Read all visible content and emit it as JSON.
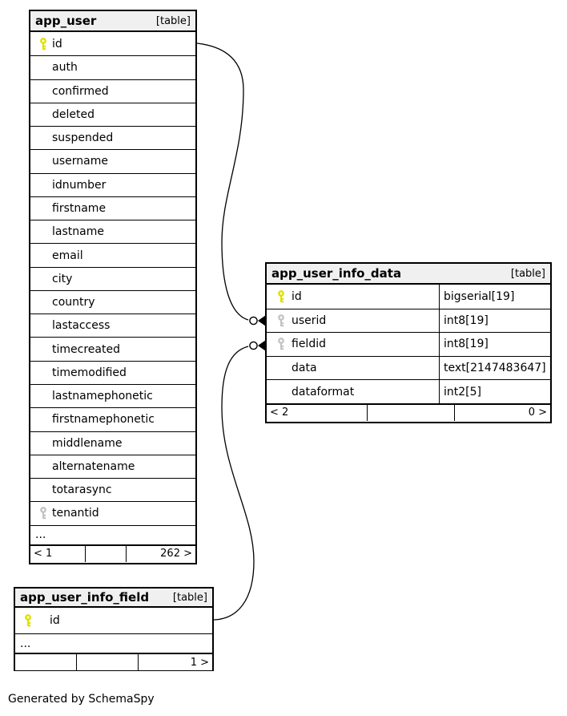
{
  "page": {
    "credit": "Generated by SchemaSpy"
  },
  "colors": {
    "header_bg": "#f0f0f0",
    "border": "#000000",
    "primary_key": "#e0e000",
    "foreign_key": "#c4c4c4",
    "line": "#000000"
  },
  "tables": [
    {
      "name": "app_user",
      "badge": "[table]",
      "show_types": false,
      "columns": [
        {
          "name": "id",
          "key": "primary"
        },
        {
          "name": "auth"
        },
        {
          "name": "confirmed"
        },
        {
          "name": "deleted"
        },
        {
          "name": "suspended"
        },
        {
          "name": "username"
        },
        {
          "name": "idnumber"
        },
        {
          "name": "firstname"
        },
        {
          "name": "lastname"
        },
        {
          "name": "email"
        },
        {
          "name": "city"
        },
        {
          "name": "country"
        },
        {
          "name": "lastaccess"
        },
        {
          "name": "timecreated"
        },
        {
          "name": "timemodified"
        },
        {
          "name": "lastnamephonetic"
        },
        {
          "name": "firstnamephonetic"
        },
        {
          "name": "middlename"
        },
        {
          "name": "alternatename"
        },
        {
          "name": "totarasync"
        },
        {
          "name": "tenantid",
          "key": "foreign"
        }
      ],
      "ellipsis": "...",
      "footer": {
        "left": "< 1",
        "middle": "",
        "right": "262 >"
      }
    },
    {
      "name": "app_user_info_data",
      "badge": "[table]",
      "show_types": true,
      "columns": [
        {
          "name": "id",
          "key": "primary",
          "type": "bigserial[19]"
        },
        {
          "name": "userid",
          "key": "foreign",
          "type": "int8[19]"
        },
        {
          "name": "fieldid",
          "key": "foreign",
          "type": "int8[19]"
        },
        {
          "name": "data",
          "type": "text[2147483647]"
        },
        {
          "name": "dataformat",
          "type": "int2[5]"
        }
      ],
      "ellipsis": null,
      "footer": {
        "left": "< 2",
        "middle": "",
        "right": "0 >"
      }
    },
    {
      "name": "app_user_info_field",
      "badge": "[table]",
      "show_types": false,
      "columns": [
        {
          "name": "id",
          "key": "primary"
        }
      ],
      "ellipsis": "...",
      "footer": {
        "left": "",
        "middle": "",
        "right": "1 >"
      }
    }
  ],
  "relationships": [
    {
      "from": "app_user.id",
      "to": "app_user_info_data.userid"
    },
    {
      "from": "app_user_info_field.id",
      "to": "app_user_info_data.fieldid"
    }
  ]
}
